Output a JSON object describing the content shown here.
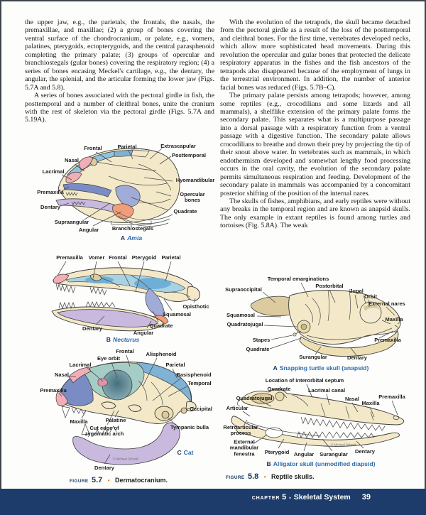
{
  "palette": {
    "bone_cream": "#f3e9c8",
    "bone_tan": "#ddcba0",
    "blue": "#8fc3dd",
    "teal": "#a5cdc6",
    "steel_blue": "#7a8cc4",
    "pink": "#f2aeb6",
    "lavender": "#c9b9de",
    "salmon": "#f29d79",
    "periwinkle": "#a0abd8",
    "navy": "#1d3c6b",
    "caption_blue": "#2d6cb0",
    "bullet_orange": "#e87722"
  },
  "left_column": {
    "para1": "the upper jaw, e.g., the parietals, the frontals, the nasals, the premaxillae, and maxillae; (2) a group of bones covering the ventral surface of the chondrocranium, or palate, e.g., vomers, palatines, pterygoids, ectopterygoids, and the central parasphenoid completing the primary palate; (3) groups of opercular and branchiostegals (gular bones) covering the respiratory region; (4) a series of bones encasing Meckel's cartilage, e.g., the dentary, the angular, the splenial, and the articular forming the lower jaw (Figs. 5.7A and 5.8).",
    "para2": "A series of bones associated with the pectoral girdle in fish, the posttemporal and a number of cleithral bones, unite the cranium with the rest of skeleton via the pectoral girdle (Figs. 5.7A and 5.19A)."
  },
  "right_column": {
    "para1": "With the evolution of the tetrapods, the skull became detached from the pectoral girdle as a result of the loss of the posttemporal and cleithral bones. For the first time, vertebrates developed necks, which allow more sophisticated head movements. During this revolution the opercular and gular bones that protected the delicate respiratory apparatus in the fishes and the fish ancestors of the tetrapods also disappeared because of the employment of lungs in the terrestrial environment. In addition, the number of anterior facial bones was reduced (Figs. 5.7B–C).",
    "para2": "The primary palate persists among tetrapods; however, among some reptiles (e.g., crocodilians and some lizards and all mammals), a shelflike extension of the primary palate forms the secondary palate. This separates what is a multipurpose passage into a dorsal passage with a respiratory function from a ventral passage with a digestive function. The secondary palate allows crocodilians to breathe and drown their prey by projecting the tip of their snout above water. In vertebrates such as mammals, in which endothermism developed and somewhat lengthy food processing occurs in the oral cavity, the evolution of the secondary palate permits simultaneous respiration and feeding. Development of the secondary palate in mammals was accompanied by a concomitant posterior shifting of the position of the internal nares.",
    "para3": "The skulls of fishes, amphibians, and early reptiles were without any breaks in the temporal region and are known as anapsid skulls. The only example in extant reptiles is found among turtles and tortoises (Fig. 5.8A). The weak"
  },
  "fig57": {
    "caption": {
      "word": "FIGURE",
      "number": "5.7",
      "text": "Dermatocranium."
    },
    "amia": {
      "caption": {
        "letter": "A",
        "name": "Amia"
      },
      "labels": {
        "frontal": "Frontal",
        "parietal": "Parietal",
        "extrascapular": "Extrascapular",
        "posttemporal": "Posttemporal",
        "nasal": "Nasal",
        "lacrimal": "Lacrimal",
        "premaxilla": "Premaxilla",
        "dentary": "Dentary",
        "supraangular": "Supraangular",
        "angular": "Angular",
        "branchiostegals": "Branchiostegals",
        "hyomandibular": "Hyomandibular",
        "opercular_bones": "Opercular bones",
        "quadrate": "Quadrate"
      }
    },
    "necturus": {
      "caption": {
        "letter": "B",
        "name": "Necturus"
      },
      "labels": {
        "premaxilla": "Premaxilla",
        "vomer": "Vomer",
        "frontal": "Frontal",
        "pterygoid": "Pterygoid",
        "parietal": "Parietal",
        "opisthotic": "Opisthotic",
        "squamosal": "Squamosal",
        "quadrate": "Quadrate",
        "angular": "Angular",
        "dentary": "Dentary"
      }
    },
    "cat": {
      "caption": {
        "letter": "C",
        "name": "Cat"
      },
      "credit": "© Michael Schenk",
      "labels": {
        "frontal": "Frontal",
        "eye_orbit": "Eye orbit",
        "alisphenoid": "Alisphenoid",
        "lacrimal": "Lacrimal",
        "parietal": "Parietal",
        "nasal": "Nasal",
        "basisphenoid": "Basisphenoid",
        "premaxilla": "Premaxilla",
        "temporal": "Temporal",
        "occipital": "Occipital",
        "maxilla": "Maxilla",
        "palatine": "Palatine",
        "zygomatic_cut": "Cut edge of zygomatic arch",
        "tympanic_bulla": "Tympanic bulla",
        "dentary": "Dentary"
      }
    }
  },
  "fig58": {
    "caption": {
      "word": "FIGURE",
      "number": "5.8",
      "text": "Reptile skulls."
    },
    "turtle": {
      "caption": {
        "letter": "A",
        "name": "Snapping turtle skull (anapsid)"
      },
      "labels": {
        "supraoccipital": "Supraoccipital",
        "temporal_emarginations": "Temporal emarginations",
        "postorbital": "Postorbital",
        "jugal": "Jugal",
        "orbit": "Orbit",
        "external_nares": "External nares",
        "squamosal": "Squamosal",
        "maxilla": "Maxilla",
        "quadratojugal": "Quadratojugal",
        "premaxilla": "Premaxilla",
        "stapes": "Stapes",
        "quadrate": "Quadrate",
        "surangular": "Surangular",
        "dentary": "Dentary"
      }
    },
    "alligator": {
      "caption": {
        "letter": "B",
        "name": "Alligator skull (unmodified diapsid)"
      },
      "credit": "© Michael Schenk",
      "labels": {
        "interorbital_septum": "Location of interorbital septum",
        "quadrate": "Quadrate",
        "lacrimal_canal": "Lacrimal canal",
        "nasal": "Nasal",
        "maxilla": "Maxilla",
        "premaxilla": "Premaxilla",
        "quadratojugal": "Quadratojugal",
        "articular": "Articular",
        "retroarticular_process": "Retroarticular process",
        "external_mandibular_fenestra": "External mandibular fenestra",
        "pterygoid": "Pterygoid",
        "angular": "Angular",
        "surangular": "Surangular",
        "dentary": "Dentary"
      }
    }
  },
  "footer": {
    "chapter_word": "CHAPTER",
    "chapter_number": "5",
    "separator": "▪",
    "section_title": "Skeletal System",
    "page_number": "39"
  }
}
